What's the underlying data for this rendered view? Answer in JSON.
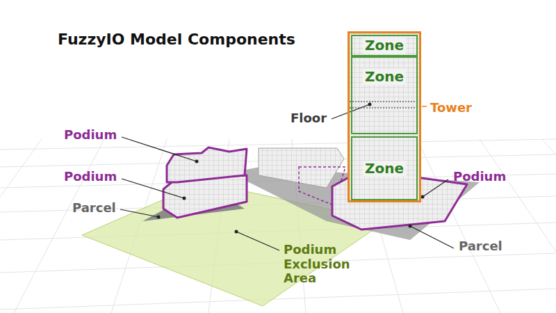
{
  "diagram": {
    "title": "FuzzyIO Model Components",
    "nodes": [
      {
        "text": [
          "Tower"
        ]
      },
      {
        "text": [
          "Zone"
        ],
        "in": 0
      },
      {
        "text": [
          "Zone"
        ],
        "in": 0
      },
      {
        "text": [
          "Zone"
        ],
        "in": 0
      }
    ],
    "labels": [
      "Podium",
      "Podium",
      "Parcel",
      "Floor",
      "Podium",
      "Parcel",
      "Podium Exclusion Area"
    ]
  }
}
